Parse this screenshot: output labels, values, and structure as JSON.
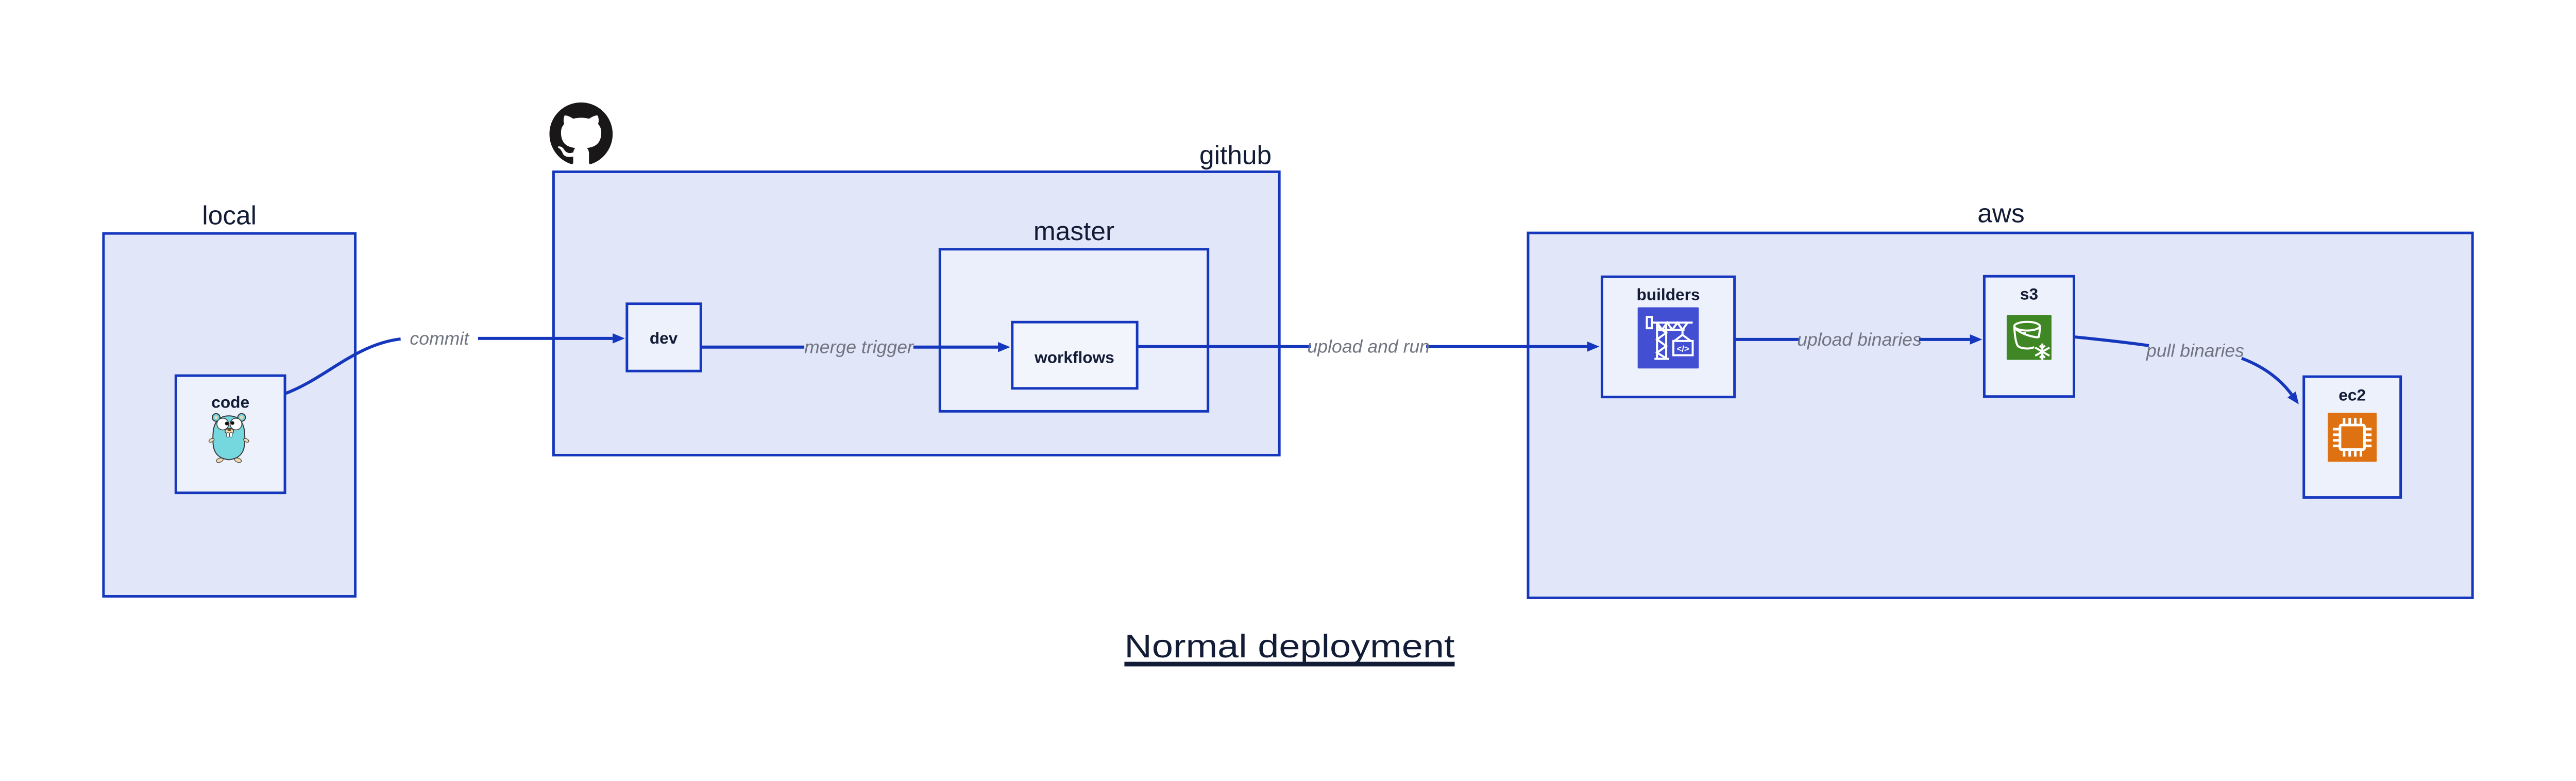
{
  "title": {
    "text": "Normal deployment"
  },
  "containers": {
    "local": {
      "label": "local",
      "code": {
        "label": "code",
        "icon": "go-gopher-icon"
      }
    },
    "github": {
      "label": "github",
      "icon": "github-octocat-icon",
      "dev": {
        "label": "dev"
      },
      "master": {
        "label": "master",
        "workflows": {
          "label": "workflows"
        }
      }
    },
    "aws": {
      "label": "aws",
      "builders": {
        "label": "builders",
        "icon": "crane-icon",
        "icon_code_glyph": "</>"
      },
      "s3": {
        "label": "s3",
        "icon": "s3-bucket-icon"
      },
      "ec2": {
        "label": "ec2",
        "icon": "ec2-chip-icon"
      }
    }
  },
  "connectors": {
    "commit": {
      "label": "commit",
      "from": "code",
      "to": "dev"
    },
    "merge_trigger": {
      "label": "merge trigger",
      "from": "dev",
      "to": "workflows"
    },
    "upload_and_run": {
      "label": "upload and run",
      "from": "workflows",
      "to": "builders"
    },
    "upload_binaries": {
      "label": "upload binaries",
      "from": "builders",
      "to": "s3"
    },
    "pull_binaries": {
      "label": "pull binaries",
      "from": "s3",
      "to": "ec2"
    }
  },
  "colors": {
    "border_blue": "#1537bd",
    "arrow_blue": "#1537bd",
    "outer_fill": "#e1e6f9",
    "inner_fill": "#edf1fc",
    "workflows_fill": "#f3f5fd",
    "dark_text": "#131c36",
    "connector_text": "#6f7480",
    "builders_icon_bg": "#434fd3",
    "s3_icon_bg": "#3f8624",
    "ec2_icon_bg": "#de7112",
    "gopher_body": "#76d8df",
    "gopher_accent": "#f3d9ad",
    "octocat_black": "#191717"
  }
}
